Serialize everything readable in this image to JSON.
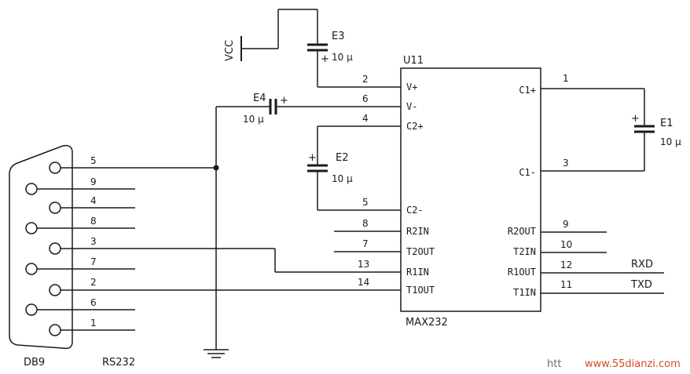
{
  "ic": {
    "ref": "U11",
    "part": "MAX232",
    "left_pins": [
      {
        "num": "2",
        "label": "V+"
      },
      {
        "num": "6",
        "label": "V-"
      },
      {
        "num": "4",
        "label": "C2+"
      },
      {
        "num": "5",
        "label": "C2-"
      },
      {
        "num": "8",
        "label": "R2IN"
      },
      {
        "num": "7",
        "label": "T2OUT"
      },
      {
        "num": "13",
        "label": "R1IN"
      },
      {
        "num": "14",
        "label": "T1OUT"
      }
    ],
    "right_pins": [
      {
        "num": "1",
        "label": "C1+"
      },
      {
        "num": "3",
        "label": "C1-"
      },
      {
        "num": "9",
        "label": "R2OUT"
      },
      {
        "num": "10",
        "label": "T2IN"
      },
      {
        "num": "12",
        "label": "R1OUT"
      },
      {
        "num": "11",
        "label": "T1IN"
      }
    ]
  },
  "capacitors": {
    "e1": {
      "name": "E1",
      "value": "10 μ"
    },
    "e2": {
      "name": "E2",
      "value": "10 μ"
    },
    "e3": {
      "name": "E3",
      "value": "10 μ"
    },
    "e4": {
      "name": "E4",
      "value": "10 μ"
    },
    "polarity": "+"
  },
  "power": {
    "vcc": "VCC"
  },
  "connector": {
    "name": "DB9",
    "label": "RS232",
    "pins": [
      "5",
      "9",
      "4",
      "8",
      "3",
      "7",
      "2",
      "6",
      "1"
    ]
  },
  "signals": {
    "rxd": "RXD",
    "txd": "TXD"
  },
  "watermark": {
    "prefix": "htt",
    "site": "www.55dianzi.com"
  }
}
